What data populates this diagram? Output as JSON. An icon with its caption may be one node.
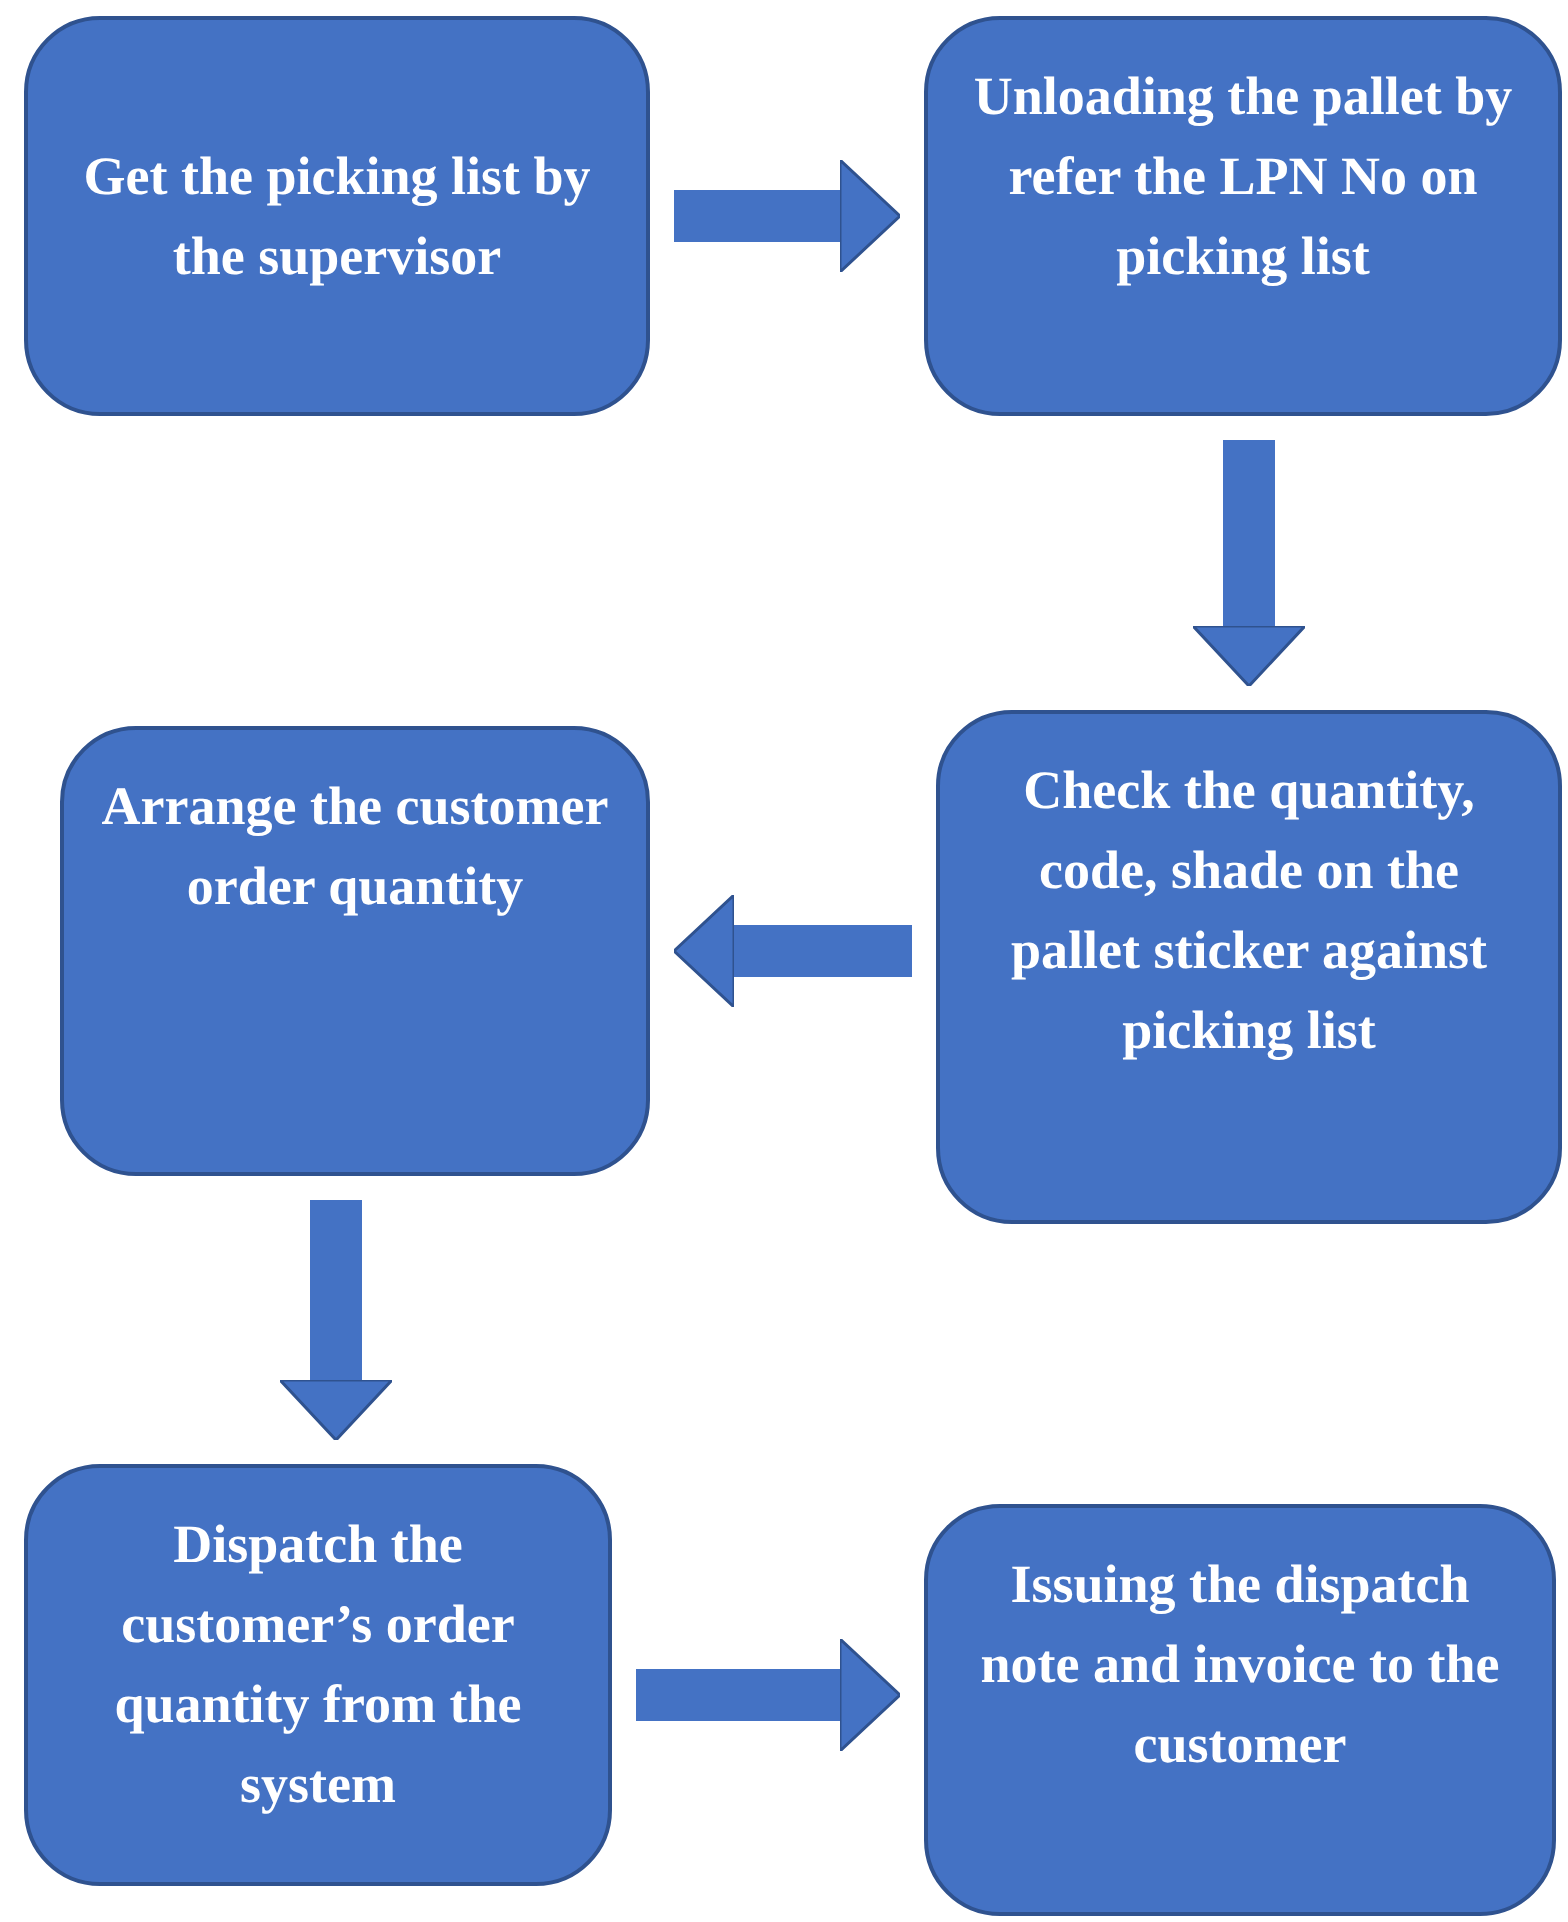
{
  "diagram": {
    "nodes": [
      {
        "text": [
          "Get the picking list by the supervisor"
        ]
      },
      {
        "text": [
          "Unloading the pallet by refer the LPN No on picking list"
        ]
      },
      {
        "text": [
          "Check the quantity, code, shade on the pallet sticker against picking list"
        ]
      },
      {
        "text": [
          "Arrange the customer order quantity"
        ]
      },
      {
        "text": [
          "Dispatch the customer’s order quantity from the system"
        ]
      },
      {
        "text": [
          "Issuing the dispatch note and invoice to the customer"
        ]
      }
    ],
    "edges": [
      {
        "from": 0,
        "to": 1,
        "arrow": "to"
      },
      {
        "from": 1,
        "to": 2,
        "arrow": "to"
      },
      {
        "from": 2,
        "to": 3,
        "arrow": "to"
      },
      {
        "from": 3,
        "to": 4,
        "arrow": "to"
      },
      {
        "from": 4,
        "to": 5,
        "arrow": "to"
      }
    ]
  }
}
